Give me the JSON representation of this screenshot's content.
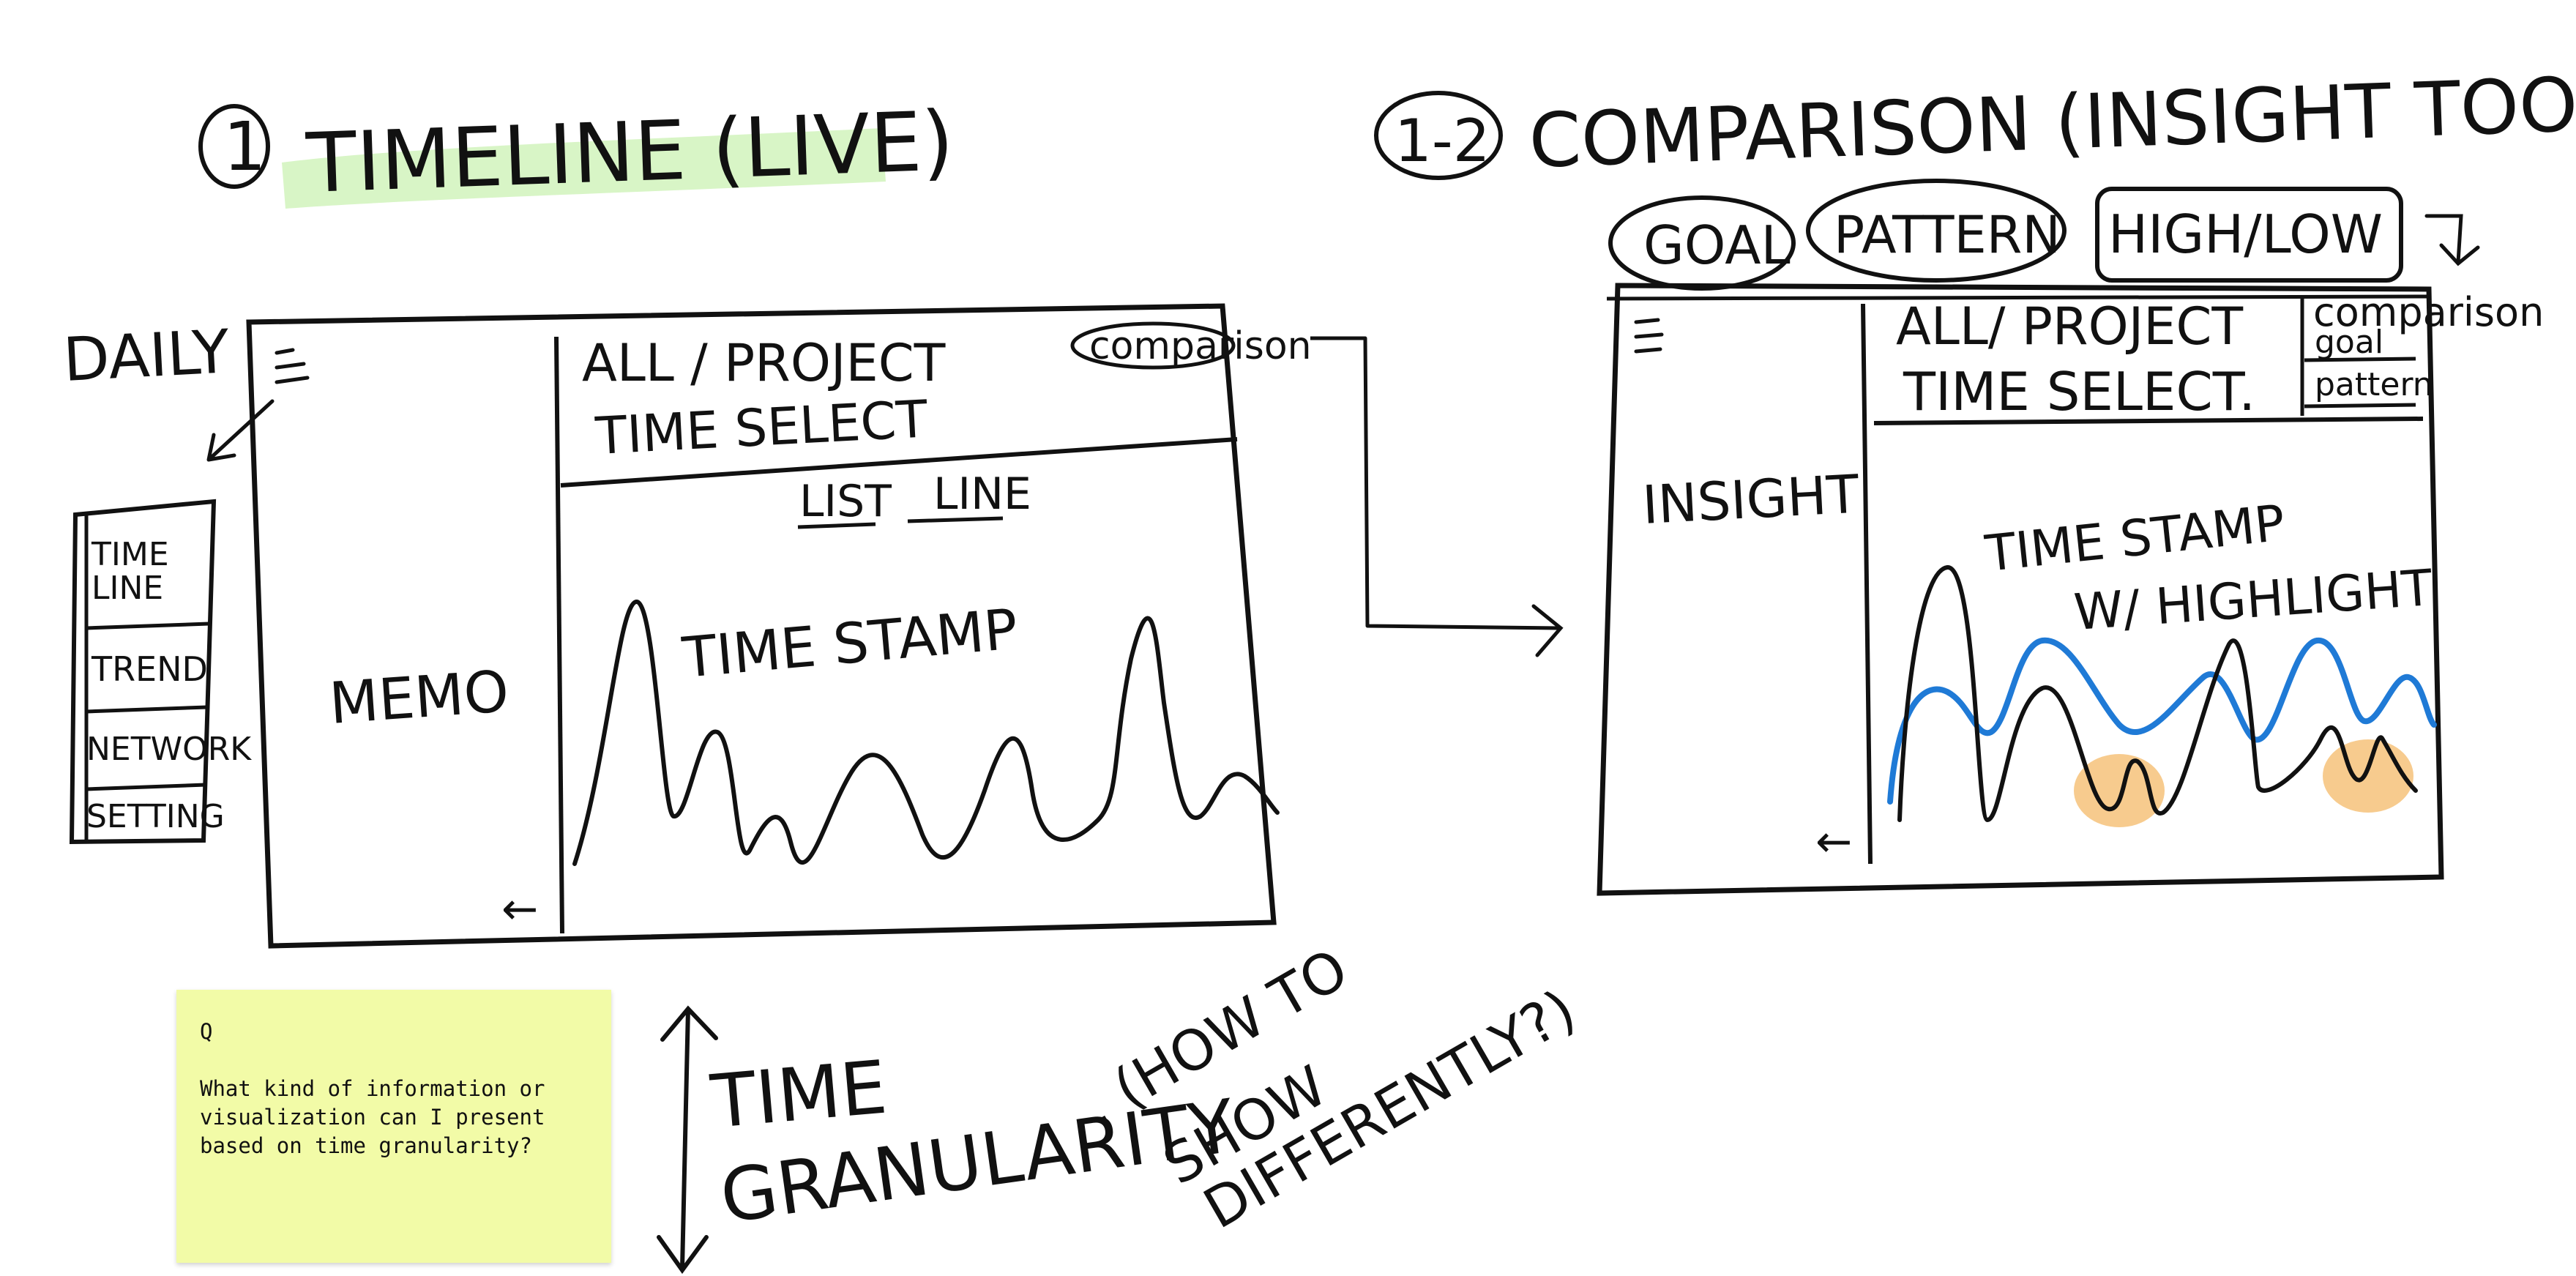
{
  "left_sketch": {
    "section_number": "1",
    "title": "TIMELINE (LIVE)",
    "daily_label": "DAILY",
    "menu_items": [
      "TIME LINE",
      "TREND",
      "NETWORK",
      "SETTING"
    ],
    "memo_label": "MEMO",
    "header_line1": "ALL / PROJECT",
    "header_line2": "TIME SELECT",
    "comparison_button": "comparison",
    "tab_list": "LIST",
    "tab_line": "LINE",
    "chart_label": "TIME STAMP",
    "back_arrow": "←"
  },
  "right_sketch": {
    "section_number": "1-2",
    "title": "COMPARISON (INSIGHT TOOLS)",
    "tools": [
      "GOAL",
      "PATTERN",
      "HIGH/LOW"
    ],
    "sidebar_label": "INSIGHT",
    "header_line1": "ALL/ PROJECT",
    "header_line2": "TIME SELECT.",
    "panel_title": "comparison",
    "panel_items": [
      "goal",
      "pattern"
    ],
    "chart_label_line1": "TIME STAMP",
    "chart_label_line2": "W/ HIGHLIGHT",
    "back_arrow": "←"
  },
  "sticky_note": {
    "q": "Q",
    "body": "What kind of information or\nvisualization can I present\nbased on time granularity?"
  },
  "granularity_note": {
    "line1": "TIME",
    "line2": "GRANULARITY",
    "aside_line1": ". (HOW TO",
    "aside_line2": "SHOW",
    "aside_line3": "DIFFERENTLY?)"
  },
  "colors": {
    "ink": "#111111",
    "highlight_green": "#d8f5c6",
    "line_blue": "#1f7ad6",
    "highlight_orange": "#f6c27a",
    "sticky_yellow": "#f2fba7"
  }
}
